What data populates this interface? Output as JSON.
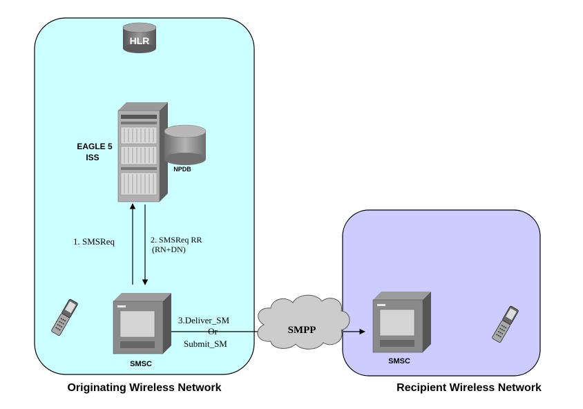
{
  "colors": {
    "originating_bg": "#ccffff",
    "recipient_bg": "#ccccff",
    "border": "#000000",
    "device_gray": "#8c8c8c",
    "cloud_gray": "#cccccc"
  },
  "originating_network": {
    "label": "Originating Wireless Network",
    "hlr": {
      "label": "HLR",
      "icon": "hlr-database-icon"
    },
    "eagle": {
      "label_line1": "EAGLE 5",
      "label_line2": "ISS",
      "icon": "server-rack-icon"
    },
    "npdb": {
      "label": "NPDB",
      "icon": "database-cylinder-icon"
    },
    "smsc": {
      "label": "SMSC",
      "icon": "server-box-icon"
    },
    "phone": {
      "icon": "flip-phone-icon"
    }
  },
  "messages": {
    "step1": "1. SMSReq",
    "step2_line1": "2. SMSReq RR",
    "step2_line2": "(RN+DN)",
    "step3_line1": "3.Deliver_SM",
    "step3_line2": "Or",
    "step3_line3": "Submit_SM"
  },
  "protocol_cloud": {
    "label": "SMPP",
    "icon": "cloud-icon"
  },
  "recipient_network": {
    "label": "Recipient Wireless Network",
    "smsc": {
      "label": "SMSC",
      "icon": "server-box-icon"
    },
    "phone": {
      "icon": "flip-phone-icon"
    }
  }
}
